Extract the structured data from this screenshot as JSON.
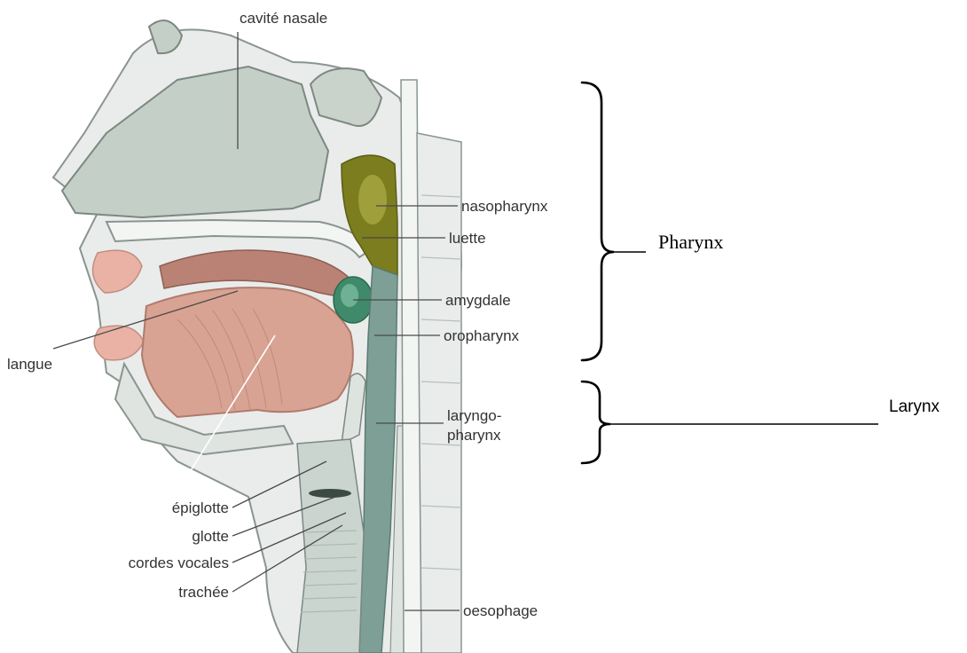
{
  "labels": {
    "cavite_nasale": "cavité nasale",
    "nasopharynx": "nasopharynx",
    "luette": "luette",
    "amygdale": "amygdale",
    "oropharynx": "oropharynx",
    "langue": "langue",
    "laryngo_line1": "laryngo-",
    "laryngo_line2": "pharynx",
    "epiglotte": "épiglotte",
    "glotte": "glotte",
    "cordes_vocales": "cordes vocales",
    "trachee": "trachée",
    "oesophage": "oesophage"
  },
  "annotations": {
    "pharynx": "Pharynx",
    "larynx": "Larynx"
  },
  "colors": {
    "bone": "#e9ecea",
    "cavity": "#c4cfc8",
    "outline": "#8a958f",
    "tongue": "#d9a394",
    "palate": "#c99486",
    "nasopharynx": "#7c7d1e",
    "amygdale": "#3f8a6a",
    "airway": "#7d9f96",
    "shadow": "#3c4a44"
  }
}
